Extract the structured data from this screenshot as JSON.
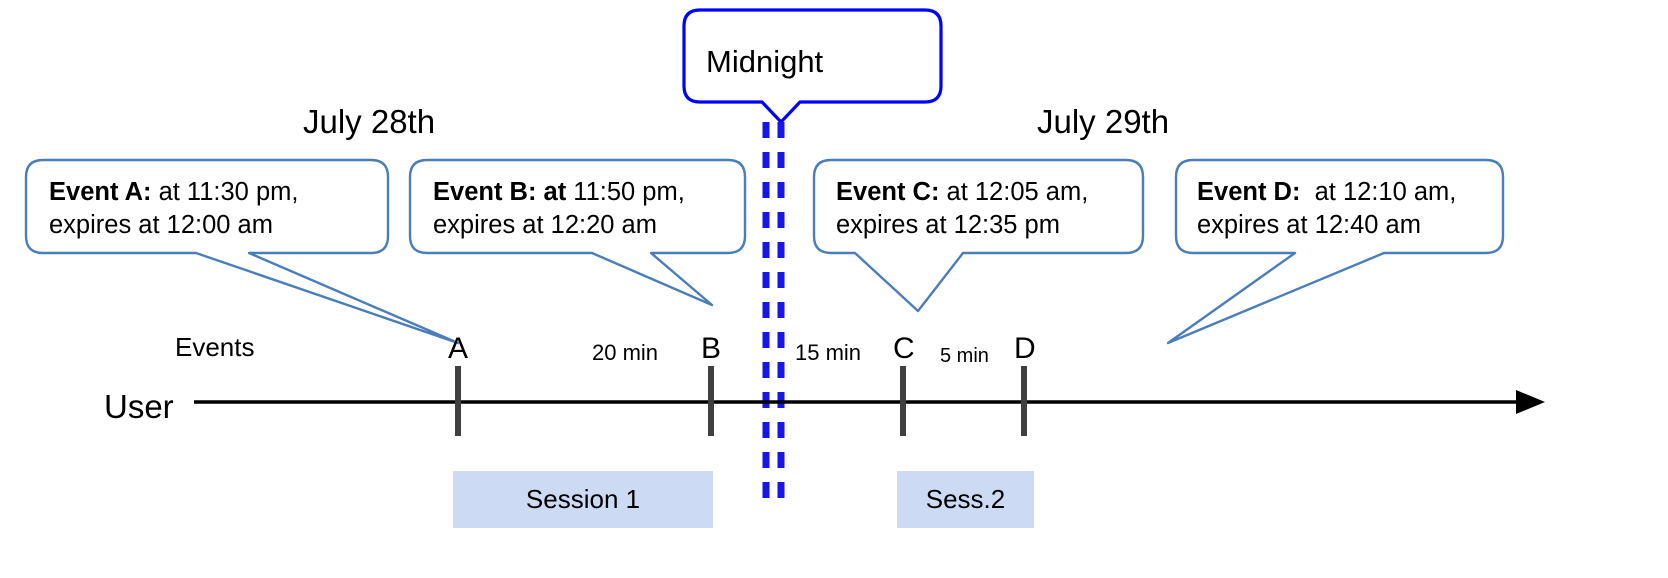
{
  "diagram": {
    "title_bubble": {
      "label": "Midnight"
    },
    "dates": [
      {
        "label": "July 28th"
      },
      {
        "label": "July 29th"
      }
    ],
    "callouts": [
      {
        "id": "event-a",
        "bold": "Event A:",
        "line1_rest": " at 11:30 pm,",
        "line2": "expires at 12:00 am"
      },
      {
        "id": "event-b",
        "bold": "Event B: at",
        "line1_rest": " 11:50 pm,",
        "line2": "expires at 12:20 am"
      },
      {
        "id": "event-c",
        "bold": "Event C:",
        "line1_rest": " at 12:05 am,",
        "line2": "expires at 12:35 pm"
      },
      {
        "id": "event-d",
        "bold": "Event D:",
        "line1_rest": "  at 12:10 am,",
        "line2": "expires at 12:40 am"
      }
    ],
    "axis": {
      "row_label": "User",
      "events_label": "Events"
    },
    "event_markers": [
      {
        "letter": "A"
      },
      {
        "letter": "B"
      },
      {
        "letter": "C"
      },
      {
        "letter": "D"
      }
    ],
    "interval_labels": [
      {
        "label": "20 min"
      },
      {
        "label": "15 min"
      },
      {
        "label": "5 min"
      }
    ],
    "sessions": [
      {
        "label": "Session 1"
      },
      {
        "label": "Sess.2"
      }
    ],
    "colors": {
      "callout_border": "#4a7ebb",
      "midnight_border": "#0000ff",
      "midnight_dash": "#1616e8",
      "session_fill": "#ccdaf4",
      "tick": "#404040",
      "axis": "#000000"
    }
  }
}
